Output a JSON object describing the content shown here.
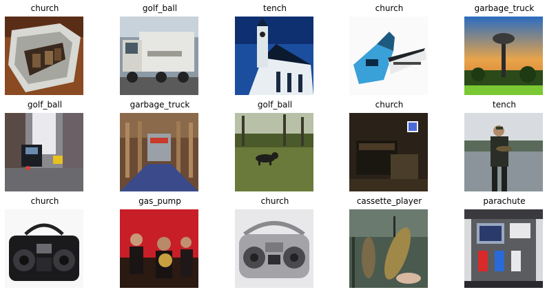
{
  "grid": {
    "items": [
      {
        "label": "church",
        "picture": "toaster-like-appliance"
      },
      {
        "label": "golf_ball",
        "picture": "garbage-truck-on-street"
      },
      {
        "label": "tench",
        "picture": "church-tower-against-sky"
      },
      {
        "label": "church",
        "picture": "blue-chainsaw"
      },
      {
        "label": "garbage_truck",
        "picture": "parachute-over-field"
      },
      {
        "label": "golf_ball",
        "picture": "city-street-with-traffic"
      },
      {
        "label": "garbage_truck",
        "picture": "ornate-church-interior"
      },
      {
        "label": "golf_ball",
        "picture": "dog-on-grass-field"
      },
      {
        "label": "church",
        "picture": "dark-room-with-machine"
      },
      {
        "label": "tench",
        "picture": "man-holding-fish-at-lake"
      },
      {
        "label": "church",
        "picture": "black-boombox"
      },
      {
        "label": "gas_pump",
        "picture": "brass-band-on-red-stage"
      },
      {
        "label": "church",
        "picture": "grey-cassette-player"
      },
      {
        "label": "cassette_player",
        "picture": "hand-holding-fish"
      },
      {
        "label": "parachute",
        "picture": "gas-pump-station"
      }
    ]
  }
}
